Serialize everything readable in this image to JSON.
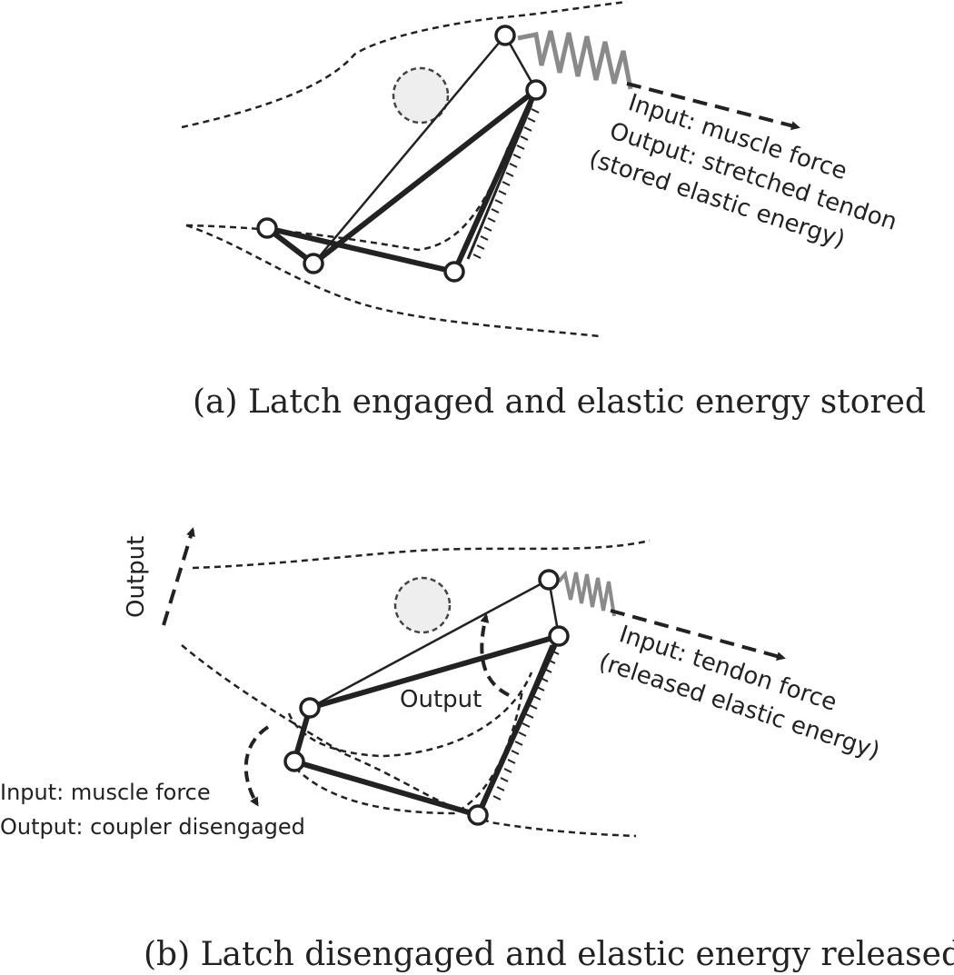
{
  "panel_a": {
    "input_line": "Input: muscle force",
    "output_line": "Output: stretched tendon",
    "energy_line": "(stored elastic energy)",
    "caption": "(a) Latch engaged and elastic energy stored"
  },
  "panel_b": {
    "output_arrow_label": "Output",
    "inner_output_label": "Output",
    "tendon_input_line": "Input: tendon force",
    "tendon_energy_line": "(released elastic energy)",
    "muscle_input_line": "Input: muscle force",
    "muscle_output_line": "Output: coupler disengaged",
    "caption": "(b) Latch disengaged and elastic energy released"
  },
  "colors": {
    "ink": "#222222",
    "sesamoid_fill": "#eeeeee",
    "spring": "#8a8a8a"
  }
}
